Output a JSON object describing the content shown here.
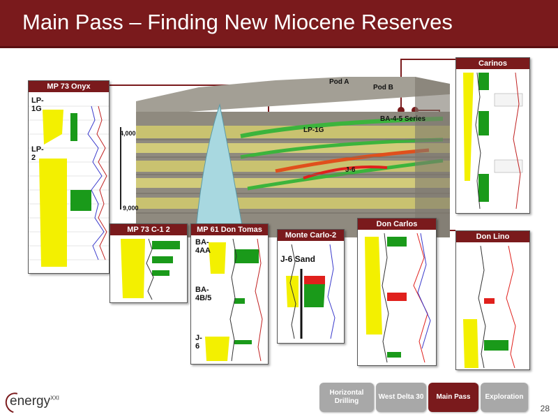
{
  "slide": {
    "title": "Main Pass – Finding New Miocene Reserves",
    "page_number": "28"
  },
  "colors": {
    "brand": "#7a1a1c",
    "nav_inactive": "#a8a8a8",
    "log_yellow": "#f3f000",
    "log_green": "#1a9a1a",
    "log_red": "#e0201c"
  },
  "panels": {
    "onyx": {
      "title": "MP 73 Onyx",
      "labels": [
        "LP-1G",
        "LP-2"
      ]
    },
    "c12": {
      "title": "MP 73 C-1 2"
    },
    "tomas": {
      "title": "MP 61 Don Tomas",
      "labels": [
        "BA-4AA",
        "BA-4B/5",
        "J-6"
      ]
    },
    "monte": {
      "title": "Monte Carlo-2",
      "labels": [
        "J-6 Sand"
      ]
    },
    "carlos": {
      "title": "Don Carlos"
    },
    "lino": {
      "title": "Don Lino"
    },
    "carinos": {
      "title": "Carinos"
    }
  },
  "diagram": {
    "labels": {
      "pod_a": "Pod A",
      "pod_b": "Pod B",
      "series": "BA-4-5 Series",
      "lp1g": "LP-1G",
      "j6": "J-6"
    },
    "depth_top": "4,000",
    "depth_bottom": "9,000"
  },
  "nav": [
    {
      "label": "Horizontal Drilling",
      "active": false
    },
    {
      "label": "West Delta 30",
      "active": false
    },
    {
      "label": "Main Pass",
      "active": true
    },
    {
      "label": "Exploration",
      "active": false
    }
  ],
  "logo": {
    "text": "energy",
    "suffix": "XXI"
  }
}
